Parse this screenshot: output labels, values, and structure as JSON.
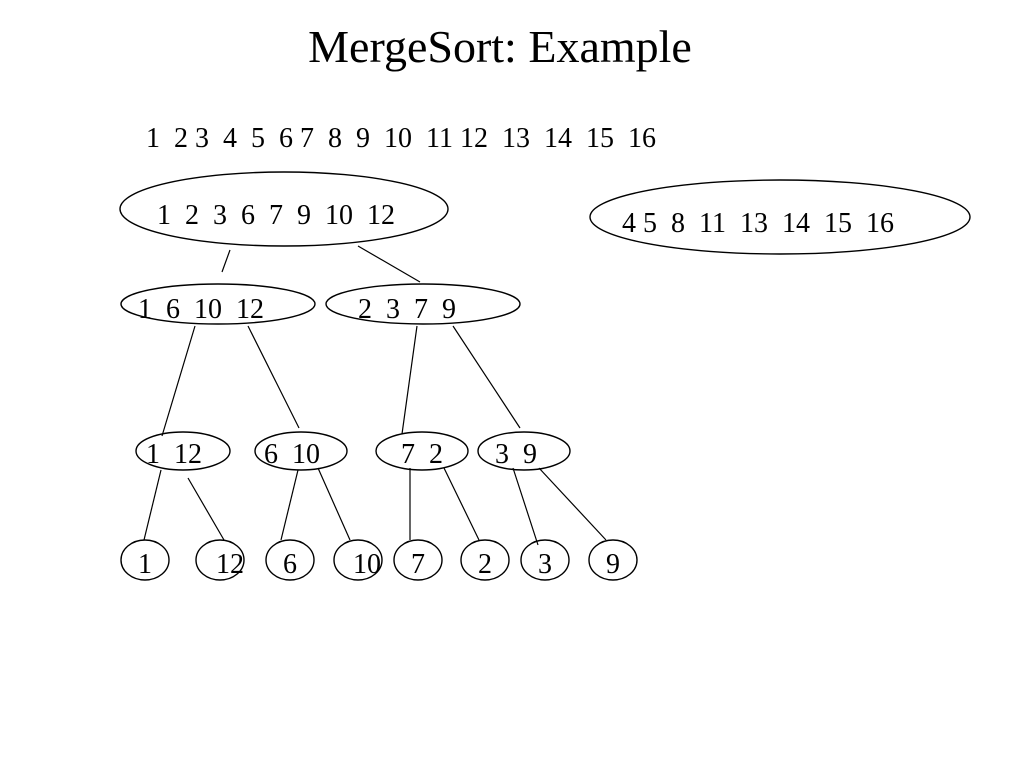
{
  "title": "MergeSort: Example",
  "sorted_row": "1  2 3  4  5  6 7  8  9  10  11 12  13  14  15  16",
  "nodes": {
    "left_merged": "1  2  3  6  7  9  10  12",
    "right_merged": "4 5  8  11  13  14  15  16",
    "level2_a": "1  6  10  12",
    "level2_b": "2  3  7  9",
    "level3_a": "1  12",
    "level3_b": "6  10",
    "level3_c": "7  2",
    "level3_d": "3  9",
    "leaf_1": "1",
    "leaf_2": "12",
    "leaf_3": "6",
    "leaf_4": "10",
    "leaf_5": "7",
    "leaf_6": "2",
    "leaf_7": "3",
    "leaf_8": "9"
  }
}
